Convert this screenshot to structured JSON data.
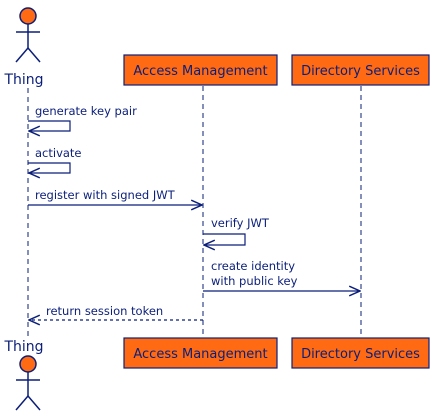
{
  "diagram": {
    "colors": {
      "box_fill": "#ff6a13",
      "box_stroke": "#0b1f7a",
      "line": "#0b1f7a",
      "text": "#0b1f7a",
      "actor_fill": "#ff6a13"
    },
    "participants": {
      "thing": "Thing",
      "access_management": "Access Management",
      "directory_services": "Directory Services"
    },
    "messages": [
      {
        "label": "generate key pair",
        "style": "self",
        "from": "thing",
        "to": "thing"
      },
      {
        "label": "activate",
        "style": "self",
        "from": "thing",
        "to": "thing"
      },
      {
        "label": "register with signed JWT",
        "style": "solid",
        "from": "thing",
        "to": "access_management"
      },
      {
        "label": "verify JWT",
        "style": "self",
        "from": "access_management",
        "to": "access_management"
      },
      {
        "label_line1": "create identity",
        "label_line2": "with public key",
        "style": "solid",
        "from": "access_management",
        "to": "directory_services"
      },
      {
        "label": "return session token",
        "style": "dashed",
        "from": "access_management",
        "to": "thing"
      }
    ]
  }
}
